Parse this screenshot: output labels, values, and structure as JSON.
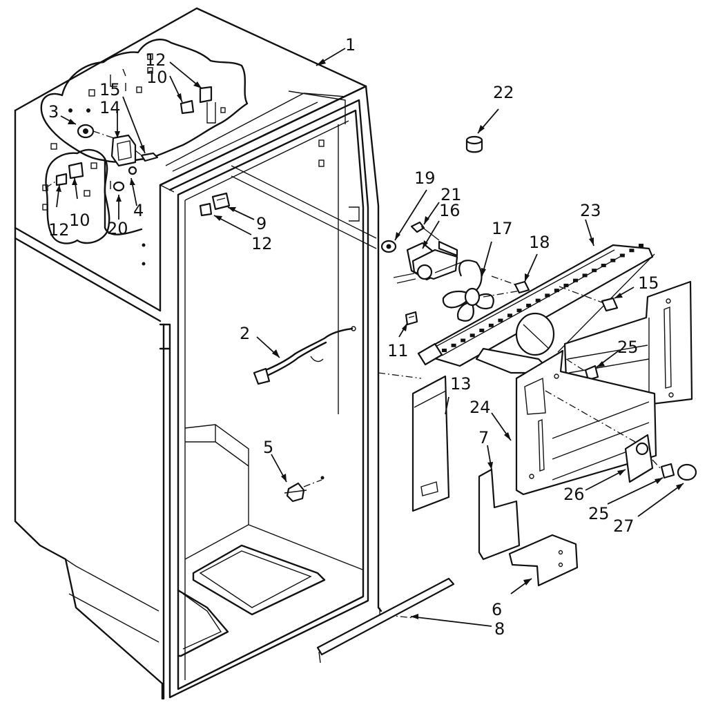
{
  "labels": [
    {
      "id": "1",
      "text": "1"
    },
    {
      "id": "2",
      "text": "2"
    },
    {
      "id": "3",
      "text": "3"
    },
    {
      "id": "4",
      "text": "4"
    },
    {
      "id": "5",
      "text": "5"
    },
    {
      "id": "6",
      "text": "6"
    },
    {
      "id": "7",
      "text": "7"
    },
    {
      "id": "8",
      "text": "8"
    },
    {
      "id": "9",
      "text": "9"
    },
    {
      "id": "10a",
      "text": "10"
    },
    {
      "id": "10b",
      "text": "10"
    },
    {
      "id": "11",
      "text": "11"
    },
    {
      "id": "12a",
      "text": "12"
    },
    {
      "id": "12b",
      "text": "12"
    },
    {
      "id": "12c",
      "text": "12"
    },
    {
      "id": "13",
      "text": "13"
    },
    {
      "id": "14",
      "text": "14"
    },
    {
      "id": "15a",
      "text": "15"
    },
    {
      "id": "15b",
      "text": "15"
    },
    {
      "id": "16",
      "text": "16"
    },
    {
      "id": "17",
      "text": "17"
    },
    {
      "id": "18",
      "text": "18"
    },
    {
      "id": "19",
      "text": "19"
    },
    {
      "id": "20",
      "text": "20"
    },
    {
      "id": "21",
      "text": "21"
    },
    {
      "id": "22",
      "text": "22"
    },
    {
      "id": "23",
      "text": "23"
    },
    {
      "id": "24",
      "text": "24"
    },
    {
      "id": "25a",
      "text": "25"
    },
    {
      "id": "25b",
      "text": "25"
    },
    {
      "id": "26",
      "text": "26"
    },
    {
      "id": "27",
      "text": "27"
    }
  ]
}
